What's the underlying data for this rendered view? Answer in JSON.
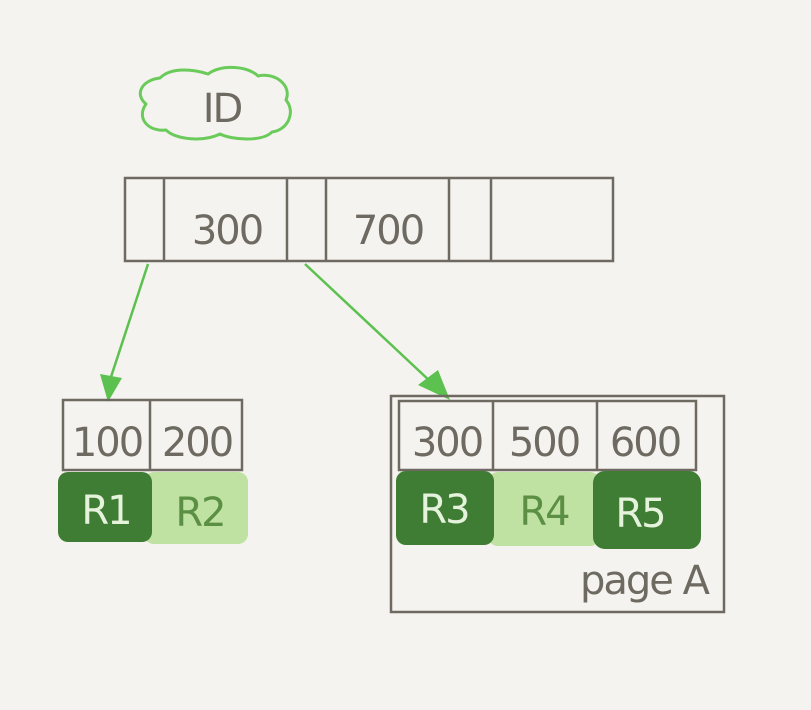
{
  "root_label": "ID",
  "root_node": {
    "keys": [
      "300",
      "700"
    ]
  },
  "left_leaf": {
    "keys": [
      "100",
      "200"
    ],
    "records": [
      "R1",
      "R2"
    ]
  },
  "right_leaf": {
    "keys": [
      "300",
      "500",
      "600"
    ],
    "records": [
      "R3",
      "R4",
      "R5"
    ],
    "page_label": "page A"
  },
  "colors": {
    "background": "#f5f3ef",
    "stroke": "#6e6a62",
    "arrow": "#5cc14f",
    "cloud": "#6acb5b",
    "record_dark": "#3f7d34",
    "record_light": "#bfe2a3",
    "record_dark_text": "#e6f3dc",
    "record_light_text": "#5b8f43"
  }
}
